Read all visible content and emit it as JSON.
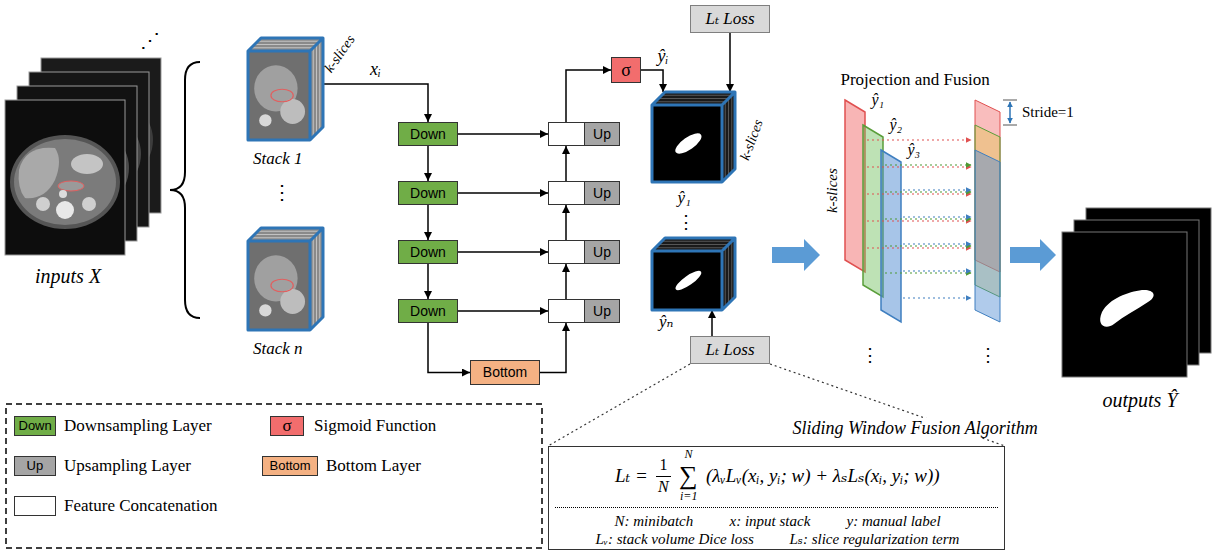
{
  "diagram": {
    "nodes": [
      {
        "text": [
          "Stack 1",
          "k-slices"
        ]
      },
      {
        "text": [
          "Stack n"
        ]
      },
      {
        "text": [
          "Down"
        ]
      },
      {
        "text": [
          "Down"
        ]
      },
      {
        "text": [
          "Down"
        ]
      },
      {
        "text": [
          "Down"
        ]
      },
      {
        "text": [
          "Bottom"
        ]
      },
      {
        "text": [
          "Up"
        ]
      },
      {
        "text": [
          "Up"
        ]
      },
      {
        "text": [
          "Up"
        ]
      },
      {
        "text": [
          "Up"
        ]
      },
      {
        "text": [
          "σ"
        ]
      },
      {
        "text": [
          "Lₜ Loss"
        ]
      },
      {
        "text": [
          "ŷ₁",
          "k-slices"
        ]
      },
      {
        "text": [
          "ŷₙ"
        ]
      },
      {
        "text": [
          "Lₜ Loss"
        ]
      },
      {
        "text": [
          "Lₜ =",
          "1",
          "N",
          "N",
          "∑",
          "i=1",
          "(λᵥLᵥ(xᵢ, yᵢ; w) + λₛLₛ(xᵢ, yᵢ; w))",
          "N: minibatch",
          "x: input stack",
          "y: manual label",
          "Lᵥ: stack volume Dice loss",
          "Lₛ: slice regularization term"
        ]
      }
    ],
    "edges": [
      {
        "from": 0,
        "to": 2,
        "arrow": "to",
        "label": "xᵢ"
      },
      {
        "from": 2,
        "to": 3,
        "arrow": "to"
      },
      {
        "from": 3,
        "to": 4,
        "arrow": "to"
      },
      {
        "from": 4,
        "to": 5,
        "arrow": "to"
      },
      {
        "from": 5,
        "to": 6,
        "arrow": "to"
      },
      {
        "from": 6,
        "to": 10,
        "arrow": "to"
      },
      {
        "from": 10,
        "to": 9,
        "arrow": "to"
      },
      {
        "from": 9,
        "to": 8,
        "arrow": "to"
      },
      {
        "from": 8,
        "to": 7,
        "arrow": "to"
      },
      {
        "from": 2,
        "to": 7,
        "arrow": "to"
      },
      {
        "from": 3,
        "to": 8,
        "arrow": "to"
      },
      {
        "from": 4,
        "to": 9,
        "arrow": "to"
      },
      {
        "from": 5,
        "to": 10,
        "arrow": "to"
      },
      {
        "from": 7,
        "to": 11,
        "arrow": "to"
      },
      {
        "from": 11,
        "to": 13,
        "arrow": "to",
        "label": "ŷᵢ"
      },
      {
        "from": 12,
        "to": 13,
        "arrow": "to"
      },
      {
        "from": 15,
        "to": 14,
        "arrow": "to"
      }
    ],
    "labels": [
      "⋰",
      "inputs X",
      "⋮",
      "⋮",
      "Projection and Fusion",
      "Stride=1",
      "k-slices",
      "ŷ₁",
      "ŷ₂",
      "ŷ₃",
      "⋮",
      "⋮",
      "Sliding Window Fusion Algorithm",
      "outputs Ŷ",
      "Down",
      "σ",
      "Up",
      "Bottom"
    ],
    "legend": [
      {
        "text": "Downsampling Layer",
        "color": "#70ad47"
      },
      {
        "text": "Sigmoid Function",
        "color": "#f26d6d"
      },
      {
        "text": "Upsampling Layer",
        "color": "#a5a5a5"
      },
      {
        "text": "Bottom Layer",
        "color": "#f4b183"
      },
      {
        "text": "Feature Concatenation",
        "color": "#ffffff"
      }
    ]
  }
}
